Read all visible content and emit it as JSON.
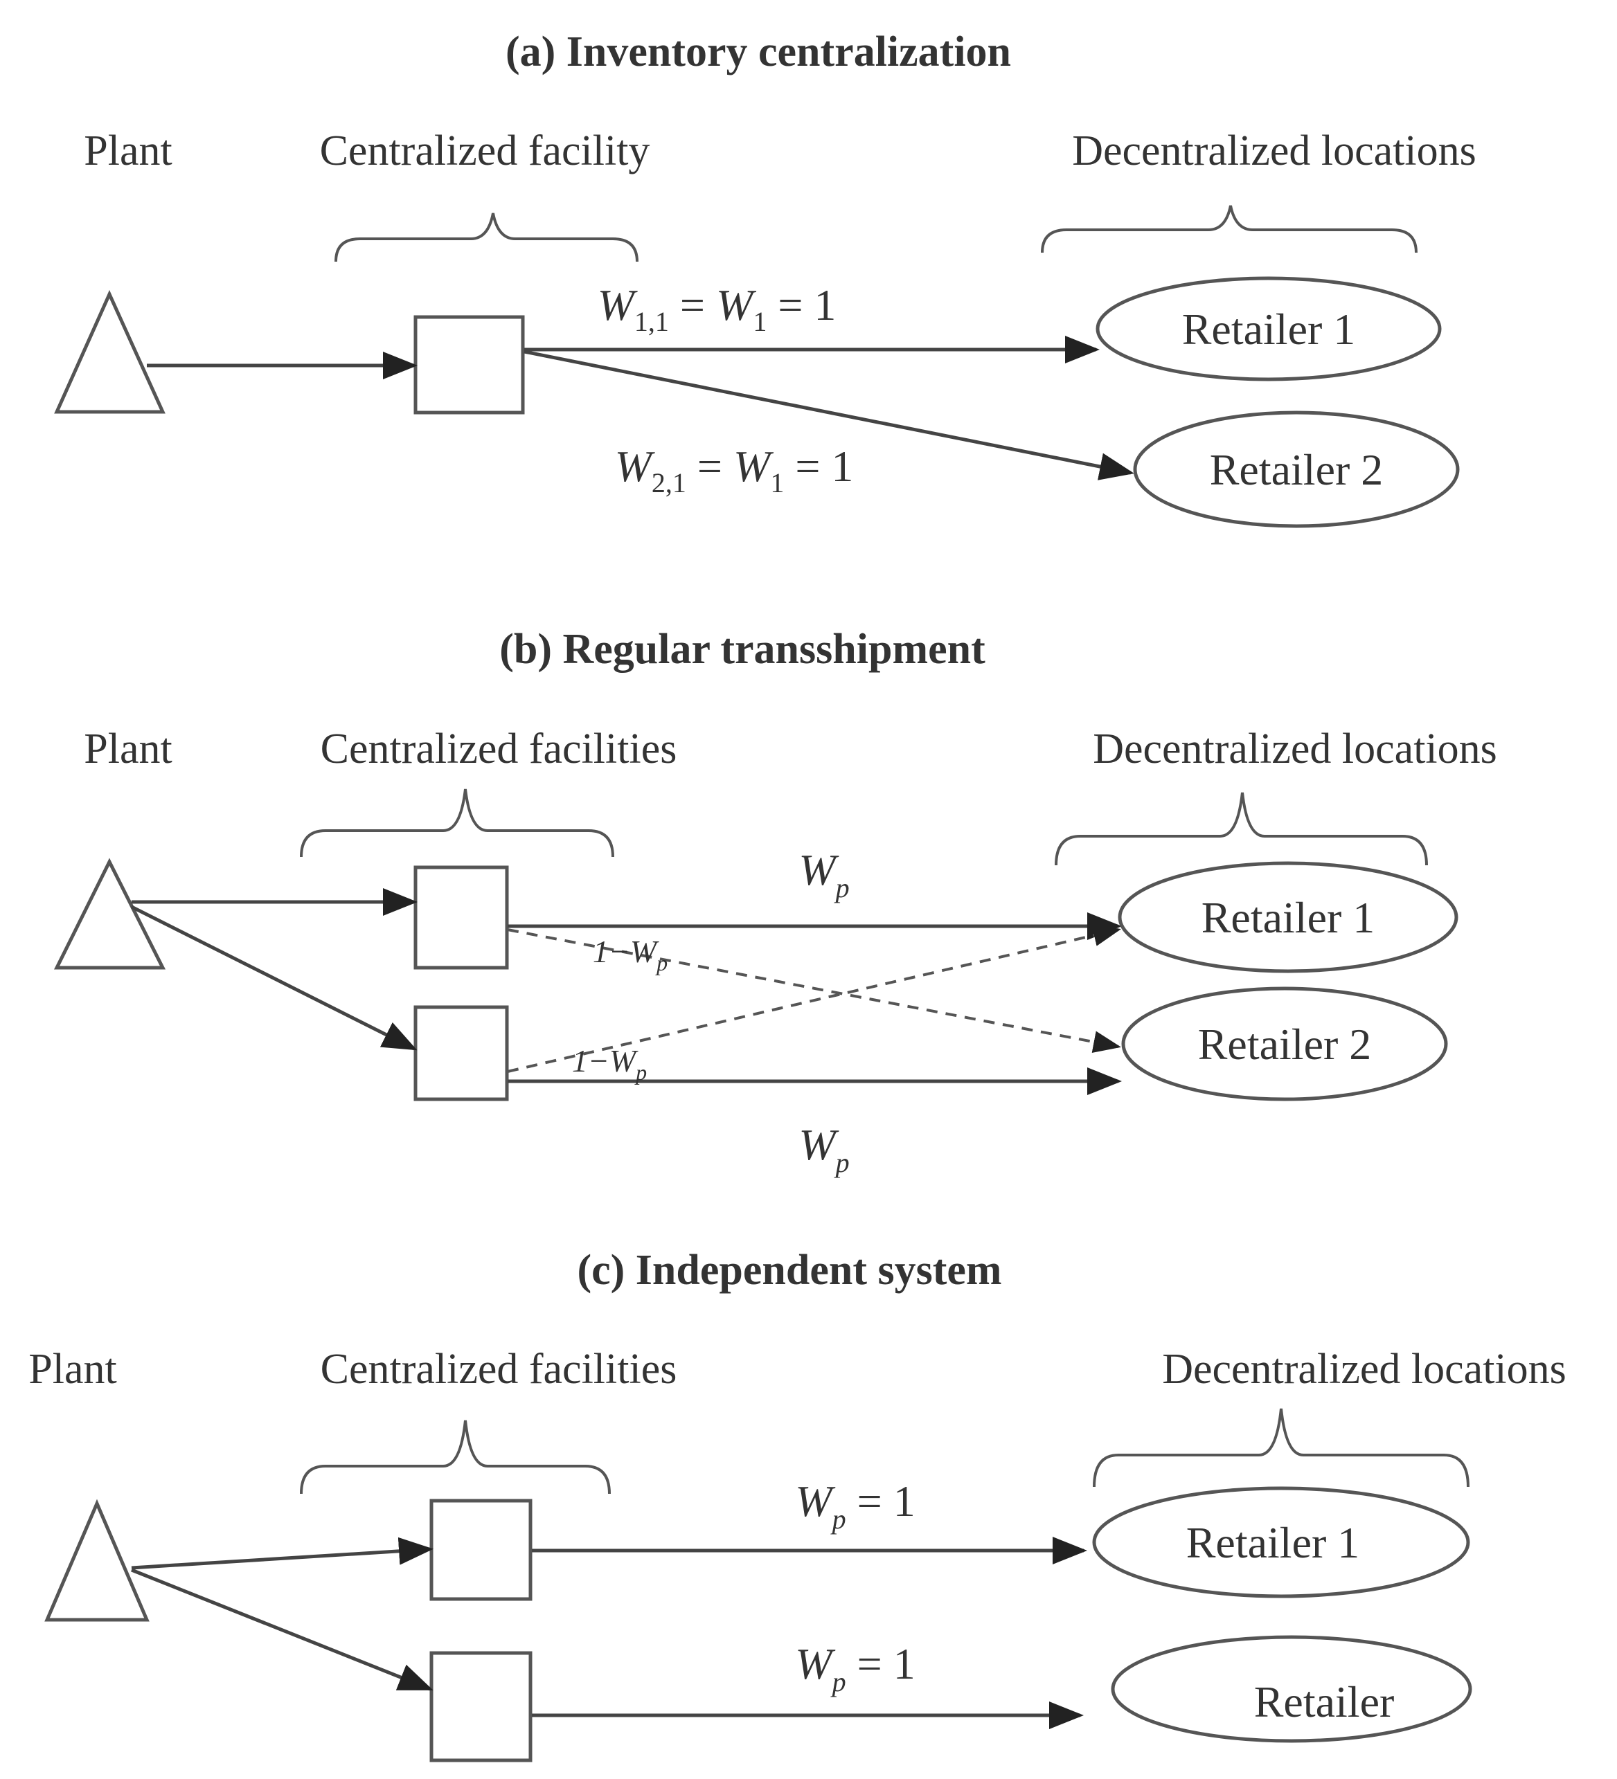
{
  "panels": [
    {
      "id": "a",
      "heading": "(a)  Inventory centralization",
      "plant_label": "Plant",
      "facility_label": "Centralized facility",
      "locations_label": "Decentralized locations",
      "retailers": [
        "Retailer 1",
        "Retailer 2"
      ],
      "flows": [
        {
          "id": "a-f1",
          "label": {
            "l1": "W",
            "s1": "1,1",
            "m": " = ",
            "l2": "W",
            "s2": "1",
            "r": " = 1"
          }
        },
        {
          "id": "a-f2",
          "label": {
            "l1": "W",
            "s1": "2,1",
            "m": " = ",
            "l2": "W",
            "s2": "1",
            "r": " = 1"
          }
        }
      ]
    },
    {
      "id": "b",
      "heading": "(b)  Regular transshipment",
      "plant_label": "Plant",
      "facility_label": "Centralized facilities",
      "locations_label": "Decentralized locations",
      "retailers": [
        "Retailer 1",
        "Retailer 2"
      ],
      "flows": [
        {
          "id": "b-f1",
          "label": {
            "l1": "W",
            "s1": "p",
            "m": "",
            "l2": "",
            "s2": "",
            "r": ""
          }
        },
        {
          "id": "b-f2",
          "label": {
            "l1": "1−W",
            "s1": "p",
            "m": "",
            "l2": "",
            "s2": "",
            "r": ""
          }
        },
        {
          "id": "b-f3",
          "label": {
            "l1": "1−W",
            "s1": "p",
            "m": "",
            "l2": "",
            "s2": "",
            "r": ""
          }
        },
        {
          "id": "b-f4",
          "label": {
            "l1": "W",
            "s1": "p",
            "m": "",
            "l2": "",
            "s2": "",
            "r": ""
          }
        }
      ]
    },
    {
      "id": "c",
      "heading": "(c)  Independent system",
      "plant_label": "Plant",
      "facility_label": "Centralized facilities",
      "locations_label": "Decentralized locations",
      "retailers": [
        "Retailer 1",
        "Retailer"
      ],
      "flows": [
        {
          "id": "c-f1",
          "label": {
            "l1": "W",
            "s1": "p",
            "m": "",
            "l2": "",
            "s2": "",
            "r": " = 1"
          }
        },
        {
          "id": "c-f2",
          "label": {
            "l1": "W",
            "s1": "p",
            "m": "",
            "l2": "",
            "s2": "",
            "r": " = 1"
          }
        }
      ]
    }
  ]
}
